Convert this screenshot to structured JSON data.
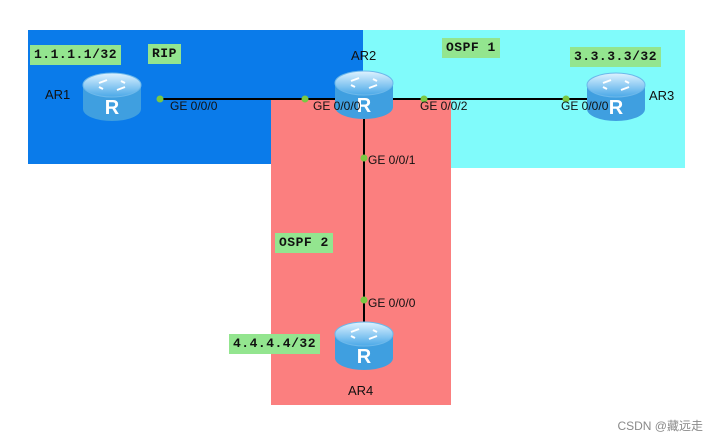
{
  "areas": {
    "rip": "RIP",
    "ospf1": "OSPF 1",
    "ospf2": "OSPF 2"
  },
  "routers": {
    "ar1": {
      "name": "AR1",
      "loopback": "1.1.1.1/32"
    },
    "ar2": {
      "name": "AR2"
    },
    "ar3": {
      "name": "AR3",
      "loopback": "3.3.3.3/32"
    },
    "ar4": {
      "name": "AR4",
      "loopback": "4.4.4.4/32"
    }
  },
  "interfaces": {
    "ar1_ge000": "GE 0/0/0",
    "ar2_ge000": "GE 0/0/0",
    "ar2_ge002": "GE 0/0/2",
    "ar2_ge001": "GE 0/0/1",
    "ar3_ge000": "GE 0/0/0",
    "ar4_ge000": "GE 0/0/0"
  },
  "colors": {
    "rip_area": "#0a7bea",
    "ospf1_area": "#80fbfb",
    "ospf2_area": "#fb7f7f",
    "label_bg": "#93e58f",
    "port_dot": "#7ac943"
  },
  "watermark": "CSDN @藏远走"
}
